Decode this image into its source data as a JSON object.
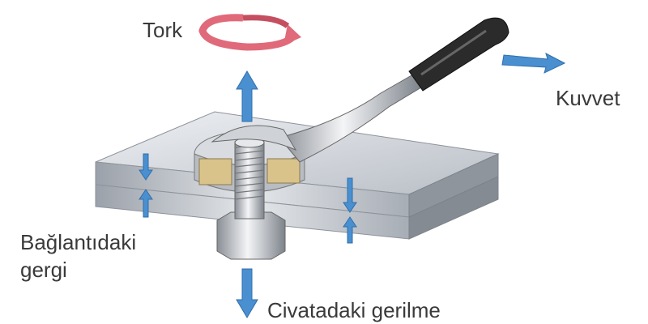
{
  "labels": {
    "torque": "Tork",
    "force": "Kuvvet",
    "clamp_line1": "Bağlantıdaki",
    "clamp_line2": "gergi",
    "bolt_tension": "Civatadaki gerilme"
  },
  "colors": {
    "arrow_blue": "#4a8fd0",
    "torque_pink": "#e06a7a",
    "plate": "#c9cdd3",
    "handle": "#2b2b2b"
  }
}
